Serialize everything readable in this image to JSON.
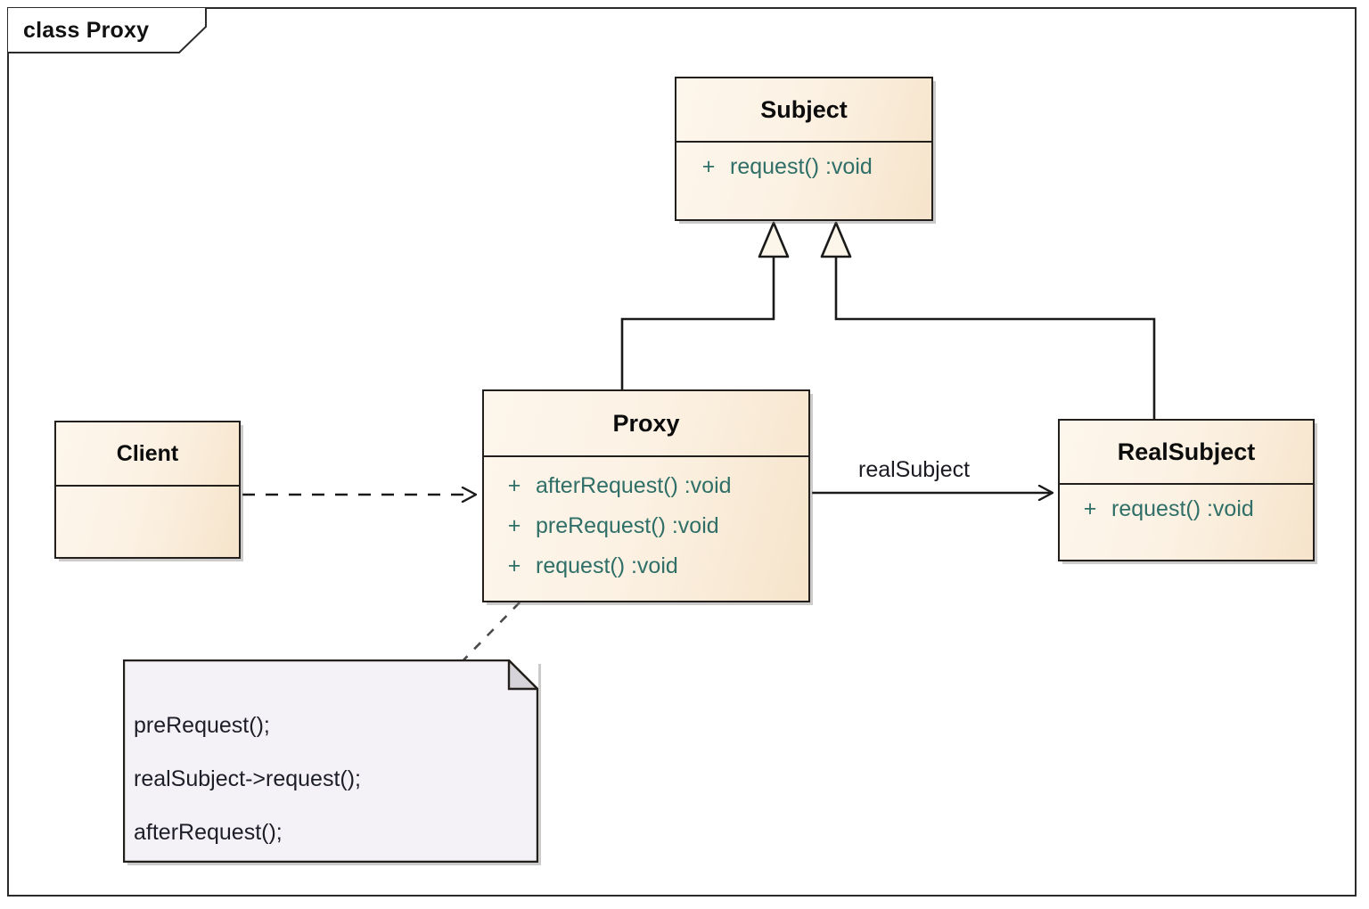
{
  "frame": {
    "label": "class Proxy"
  },
  "classes": [
    {
      "id": "subject",
      "name": "Subject",
      "members": [
        {
          "visibility": "+",
          "signature": "request()  :void"
        }
      ]
    },
    {
      "id": "proxy",
      "name": "Proxy",
      "members": [
        {
          "visibility": "+",
          "signature": "afterRequest()  :void"
        },
        {
          "visibility": "+",
          "signature": "preRequest()  :void"
        },
        {
          "visibility": "+",
          "signature": "request()  :void"
        }
      ]
    },
    {
      "id": "realsubject",
      "name": "RealSubject",
      "members": [
        {
          "visibility": "+",
          "signature": "request()  :void"
        }
      ]
    },
    {
      "id": "client",
      "name": "Client",
      "members": []
    }
  ],
  "note": {
    "lines": [
      "preRequest();",
      "realSubject->request();",
      "afterRequest();"
    ]
  },
  "edges": [
    {
      "id": "proxy-to-subject",
      "kind": "generalization",
      "from": "Proxy",
      "to": "Subject",
      "label": ""
    },
    {
      "id": "realsubject-to-subject",
      "kind": "generalization",
      "from": "RealSubject",
      "to": "Subject",
      "label": ""
    },
    {
      "id": "client-to-proxy",
      "kind": "dependency",
      "from": "Client",
      "to": "Proxy",
      "label": ""
    },
    {
      "id": "proxy-to-realsubject",
      "kind": "association",
      "from": "Proxy",
      "to": "RealSubject",
      "label": "realSubject"
    },
    {
      "id": "proxy-to-note",
      "kind": "note-anchor",
      "from": "Proxy",
      "to": "note",
      "label": ""
    }
  ],
  "colors": {
    "class_fill_light": "#fdf6ec",
    "class_fill_dark": "#f6e4cb",
    "class_border": "#231f1c",
    "member_text": "#2f6f68",
    "title_text": "#0c0c0c",
    "note_fill": "#f4f2f7",
    "note_fold": "#d6d4d9",
    "connector": "#1a1a1a",
    "frame_border": "#2b2b2b",
    "canvas": "#ffffff"
  }
}
